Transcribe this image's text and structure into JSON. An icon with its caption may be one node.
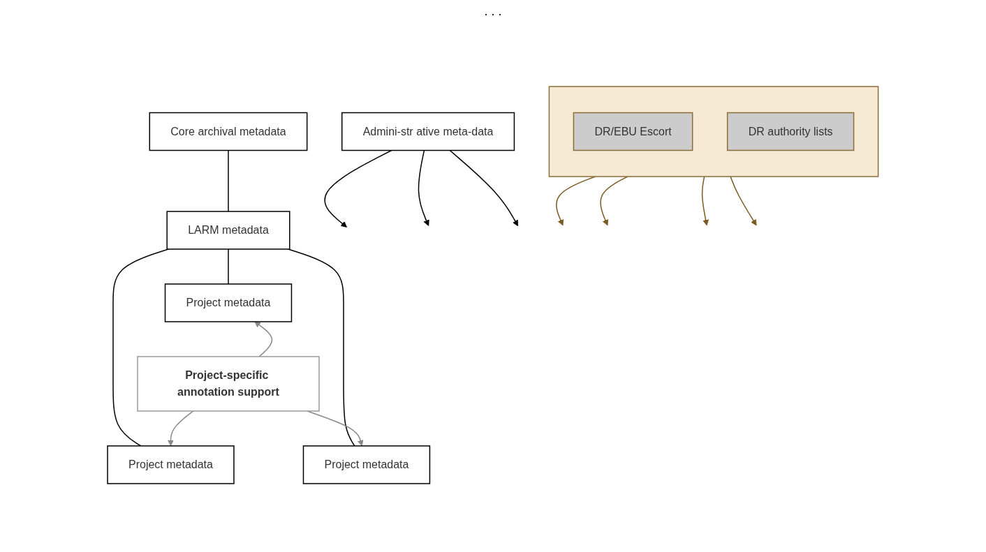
{
  "diagram": {
    "nodes": [
      {
        "text": [
          "Admini-str ative meta-data"
        ]
      },
      {
        "text": [
          "Core archival metadata"
        ]
      },
      {
        "text": [
          "LARM metadata"
        ]
      },
      {
        "text": [
          "Project metadata"
        ]
      },
      {
        "text": [
          "Project metadata"
        ]
      },
      {
        "text": [
          "Project metadata"
        ]
      },
      {
        "text": [
          "Project-specific annotation support"
        ]
      },
      {
        "text": [],
        "shape": "box"
      },
      {
        "text": [
          "DR/EBU Escort"
        ],
        "in": 7
      },
      {
        "text": [
          "DR authority lists"
        ],
        "in": 7
      }
    ],
    "edges": [
      {
        "from": 0,
        "to": null,
        "arrow": "to"
      },
      {
        "from": 0,
        "to": null,
        "arrow": "to"
      },
      {
        "from": 0,
        "to": null,
        "arrow": "to"
      },
      {
        "from": 1,
        "to": 2,
        "arrow": "none"
      },
      {
        "from": 2,
        "to": 3,
        "arrow": "none"
      },
      {
        "from": 2,
        "to": 4,
        "arrow": "none"
      },
      {
        "from": 2,
        "to": 5,
        "arrow": "none"
      },
      {
        "from": 6,
        "to": 3,
        "arrow": "to",
        "color": "#888888"
      },
      {
        "from": 6,
        "to": 4,
        "arrow": "to",
        "color": "#888888"
      },
      {
        "from": 6,
        "to": 5,
        "arrow": "to",
        "color": "#888888"
      },
      {
        "from": 7,
        "to": null,
        "arrow": "to",
        "color": "#7a5a1e"
      },
      {
        "from": 7,
        "to": null,
        "arrow": "to",
        "color": "#7a5a1e"
      },
      {
        "from": 7,
        "to": null,
        "arrow": "to",
        "color": "#7a5a1e"
      },
      {
        "from": 7,
        "to": null,
        "arrow": "to",
        "color": "#7a5a1e"
      }
    ],
    "labels": [
      ". . ."
    ]
  }
}
